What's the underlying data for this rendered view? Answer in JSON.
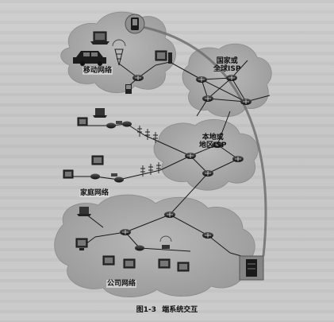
{
  "diagram": {
    "labels": {
      "mobile_network": "移动网络",
      "national_isp": "国家或\n全球ISP",
      "national_isp_line1": "国家或",
      "national_isp_line2": "全球ISP",
      "regional_isp_line1": "本地或",
      "regional_isp_line2": "地区ISP",
      "home_network": "家庭网络",
      "corporate_network": "公司网络"
    },
    "caption": {
      "number": "图1-3",
      "title": "端系统交互"
    }
  },
  "colors": {
    "cloud": "#a9a9a9",
    "cloud_edge": "#8a8a8a",
    "link": "#1a1a1a",
    "router": "#2a2a2a",
    "highlight_arc": "#6f6f6f",
    "background": "#c9c9c9"
  }
}
